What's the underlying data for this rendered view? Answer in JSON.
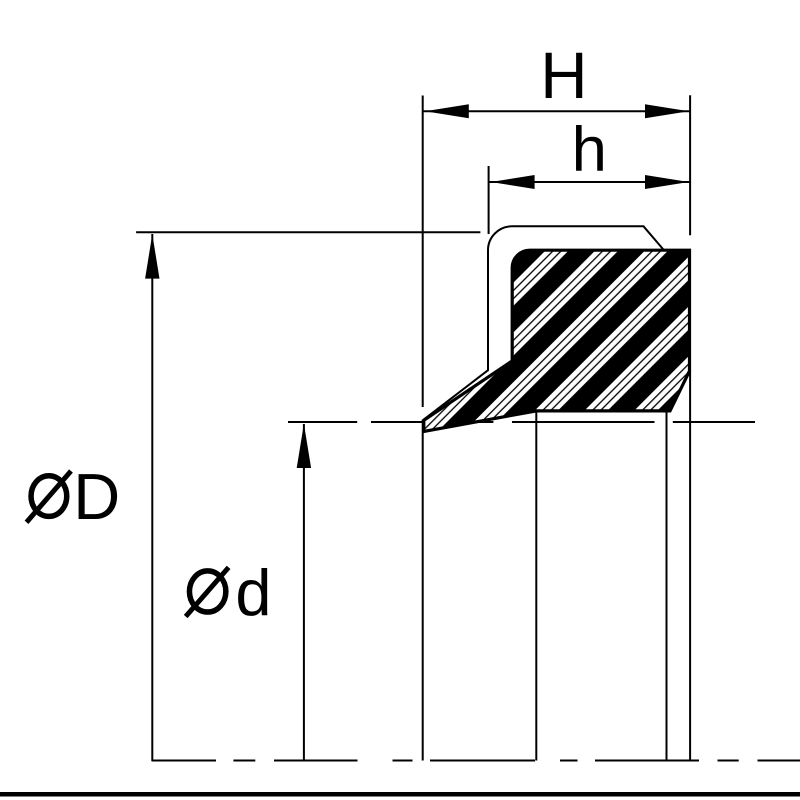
{
  "page": {
    "background_color": "#ffffff",
    "ink_color": "#000000"
  },
  "diagram": {
    "type": "technical-drawing",
    "subject": "seal profile cross-section with dimension lines",
    "labels": {
      "total_width": "H",
      "groove_width": "h",
      "outer_diameter": "ØD",
      "outer_diameter_letter": "D",
      "inner_diameter": "Ød",
      "inner_diameter_letter": "d"
    }
  }
}
